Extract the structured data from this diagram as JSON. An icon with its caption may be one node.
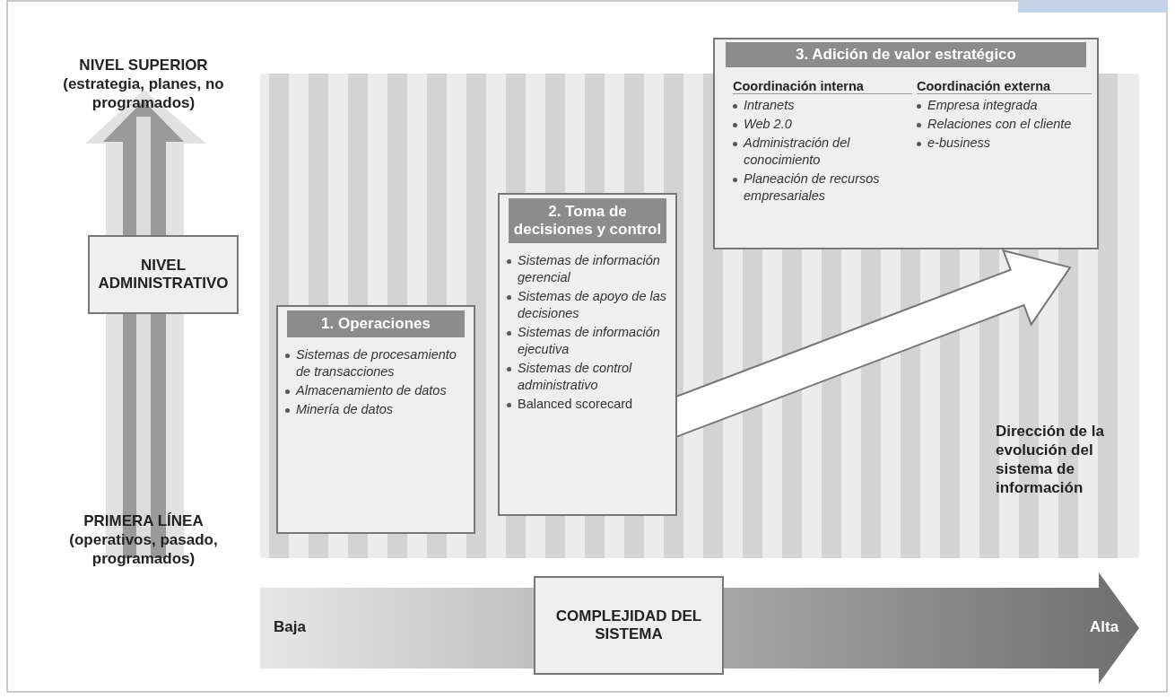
{
  "diagram": {
    "nodes": [
      {
        "text": [
          "NIVEL ADMINISTRATIVO"
        ]
      },
      {
        "text": [
          "1. Operaciones",
          "Sistemas de procesamiento de transacciones",
          "Almacenamiento de datos",
          "Minería de datos"
        ]
      },
      {
        "text": [
          "2. Toma de decisiones y control",
          "Sistemas de información gerencial",
          "Sistemas de apoyo de las decisiones",
          "Sistemas de información ejecutiva",
          "Sistemas de control administrativo",
          "Balanced scorecard"
        ]
      },
      {
        "text": [
          "3. Adición de valor estratégico",
          "Coordinación interna",
          "Intranets",
          "Web 2.0",
          "Administración del conocimiento",
          "Planeación de recursos empresariales",
          "Coordinación externa",
          "Empresa integrada",
          "Relaciones con el cliente",
          "e-business"
        ]
      },
      {
        "text": [
          "COMPLEJIDAD DEL SISTEMA"
        ]
      }
    ],
    "labels": [
      "NIVEL SUPERIOR (estrategia, planes, no programados)",
      "PRIMERA LÍNEA (operativos, pasado, programados)",
      "Dirección de la evolución del sistema de información",
      "Baja",
      "Alta"
    ]
  }
}
